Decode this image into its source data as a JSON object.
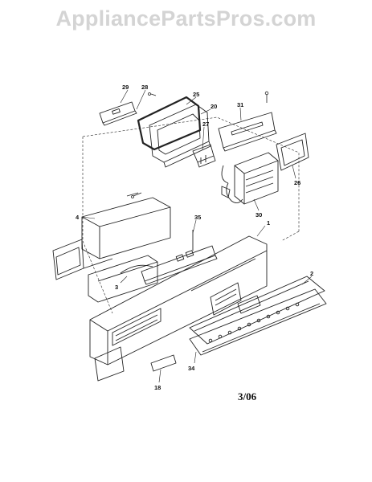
{
  "watermark": "AppliancePartsPros.com",
  "date_code": "3/06",
  "callouts": {
    "c29": "29",
    "c28": "28",
    "c25": "25",
    "c20": "20",
    "c31": "31",
    "c27": "27",
    "c26": "26",
    "c30": "30",
    "c4": "4",
    "c35": "35",
    "c1": "1",
    "c3": "3",
    "c2": "2",
    "c34": "34",
    "c18": "18"
  }
}
